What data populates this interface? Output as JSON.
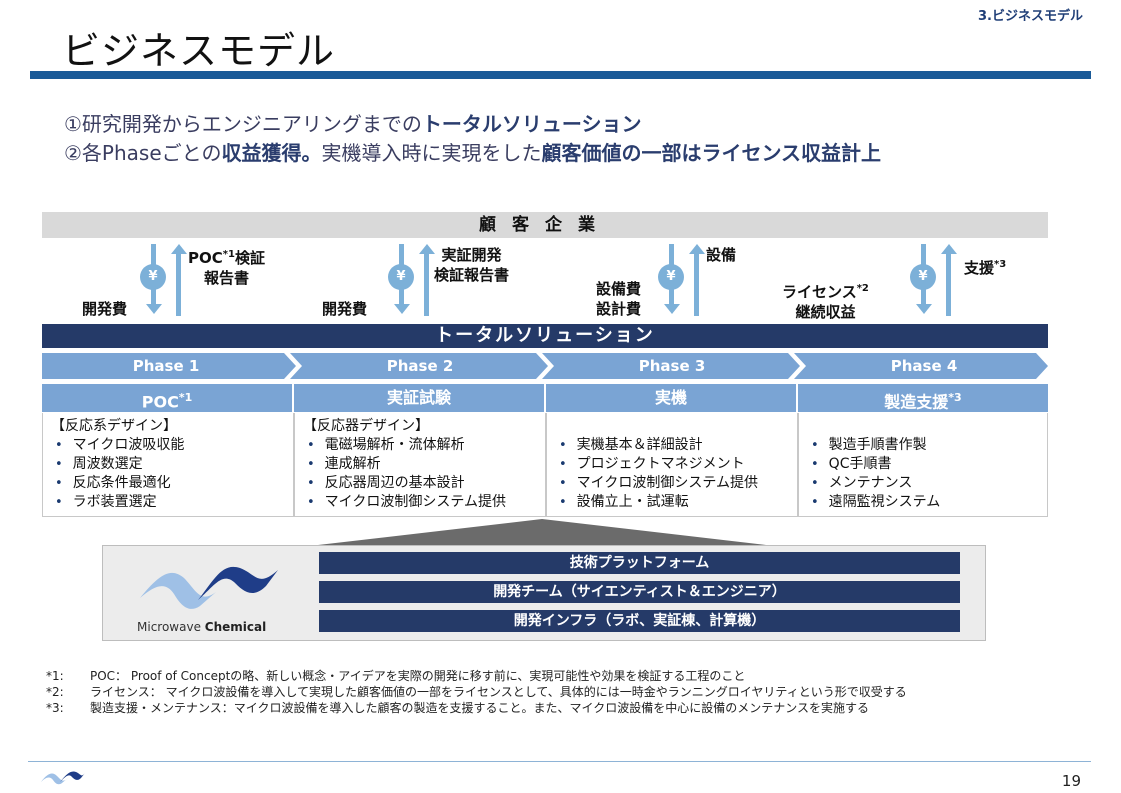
{
  "header": {
    "section": "3.ビジネスモデル",
    "title": "ビジネスモデル"
  },
  "lead": {
    "line1": {
      "a": "①研究開発からエンジニアリングまでの",
      "b": "トータルソリューション"
    },
    "line2": {
      "a": "②各Phaseごとの",
      "b": "収益獲得。",
      "c": "実機導入時に実現をした",
      "d": "顧客価値の一部はライセンス収益計上"
    }
  },
  "customer": "顧客企業",
  "flows": [
    {
      "down": "開発費",
      "up_a": "POC",
      "up_sup": "*1",
      "up_b": "検証",
      "up_c": "報告書",
      "yen": "¥"
    },
    {
      "down": "開発費",
      "up_a": "実証開発",
      "up_c": "検証報告書",
      "yen": "¥"
    },
    {
      "down_a": "設備費",
      "down_b": "設計費",
      "up_a": "設備",
      "yen": "¥"
    },
    {
      "down_a": "ライセンス",
      "down_sup": "*2",
      "down_b": "継続収益",
      "up_a": "支援",
      "up_sup": "*3",
      "yen": "¥"
    }
  ],
  "total_solution": "トータルソリューション",
  "phases": [
    "Phase 1",
    "Phase 2",
    "Phase 3",
    "Phase 4"
  ],
  "categories": [
    {
      "label": "POC",
      "sup": "*1"
    },
    {
      "label": "実証試験",
      "sup": ""
    },
    {
      "label": "実機",
      "sup": ""
    },
    {
      "label": "製造支援",
      "sup": "*3"
    }
  ],
  "details": [
    {
      "heading": "【反応系デザイン】",
      "items": [
        "マイクロ波吸収能",
        "周波数選定",
        "反応条件最適化",
        "ラボ装置選定"
      ]
    },
    {
      "heading": "【反応器デザイン】",
      "items": [
        "電磁場解析・流体解析",
        "連成解析",
        "反応器周辺の基本設計",
        "マイクロ波制御システム提供"
      ]
    },
    {
      "heading": "",
      "items": [
        "実機基本＆詳細設計",
        "プロジェクトマネジメント",
        "マイクロ波制御システム提供",
        "設備立上・試運転"
      ]
    },
    {
      "heading": "",
      "items": [
        "製造手順書作製",
        "QC手順書",
        "メンテナンス",
        "遠隔監視システム"
      ]
    }
  ],
  "platform": {
    "logo_a": "Microwave ",
    "logo_b": "Chemical",
    "bars": [
      "技術プラットフォーム",
      "開発チーム（サイエンティスト＆エンジニア）",
      "開発インフラ（ラボ、実証棟、計算機）"
    ]
  },
  "footnotes": [
    {
      "num": "*1:",
      "text": "POC： Proof of Conceptの略、新しい概念・アイデアを実際の開発に移す前に、実現可能性や効果を検証する工程のこと"
    },
    {
      "num": "*2:",
      "text": "ライセンス： マイクロ波設備を導入して実現した顧客価値の一部をライセンスとして、具体的には一時金やランニングロイヤリティという形で収受する"
    },
    {
      "num": "*3:",
      "text": "製造支援・メンテナンス：マイクロ波設備を導入した顧客の製造を支援すること。また、マイクロ波設備を中心に設備のメンテナンスを実施する"
    }
  ],
  "page_number": "19",
  "colors": {
    "navy": "#253a68",
    "accent": "#1a5a98",
    "light_blue": "#7cb0d8",
    "phase_blue": "#7aa4d4"
  }
}
